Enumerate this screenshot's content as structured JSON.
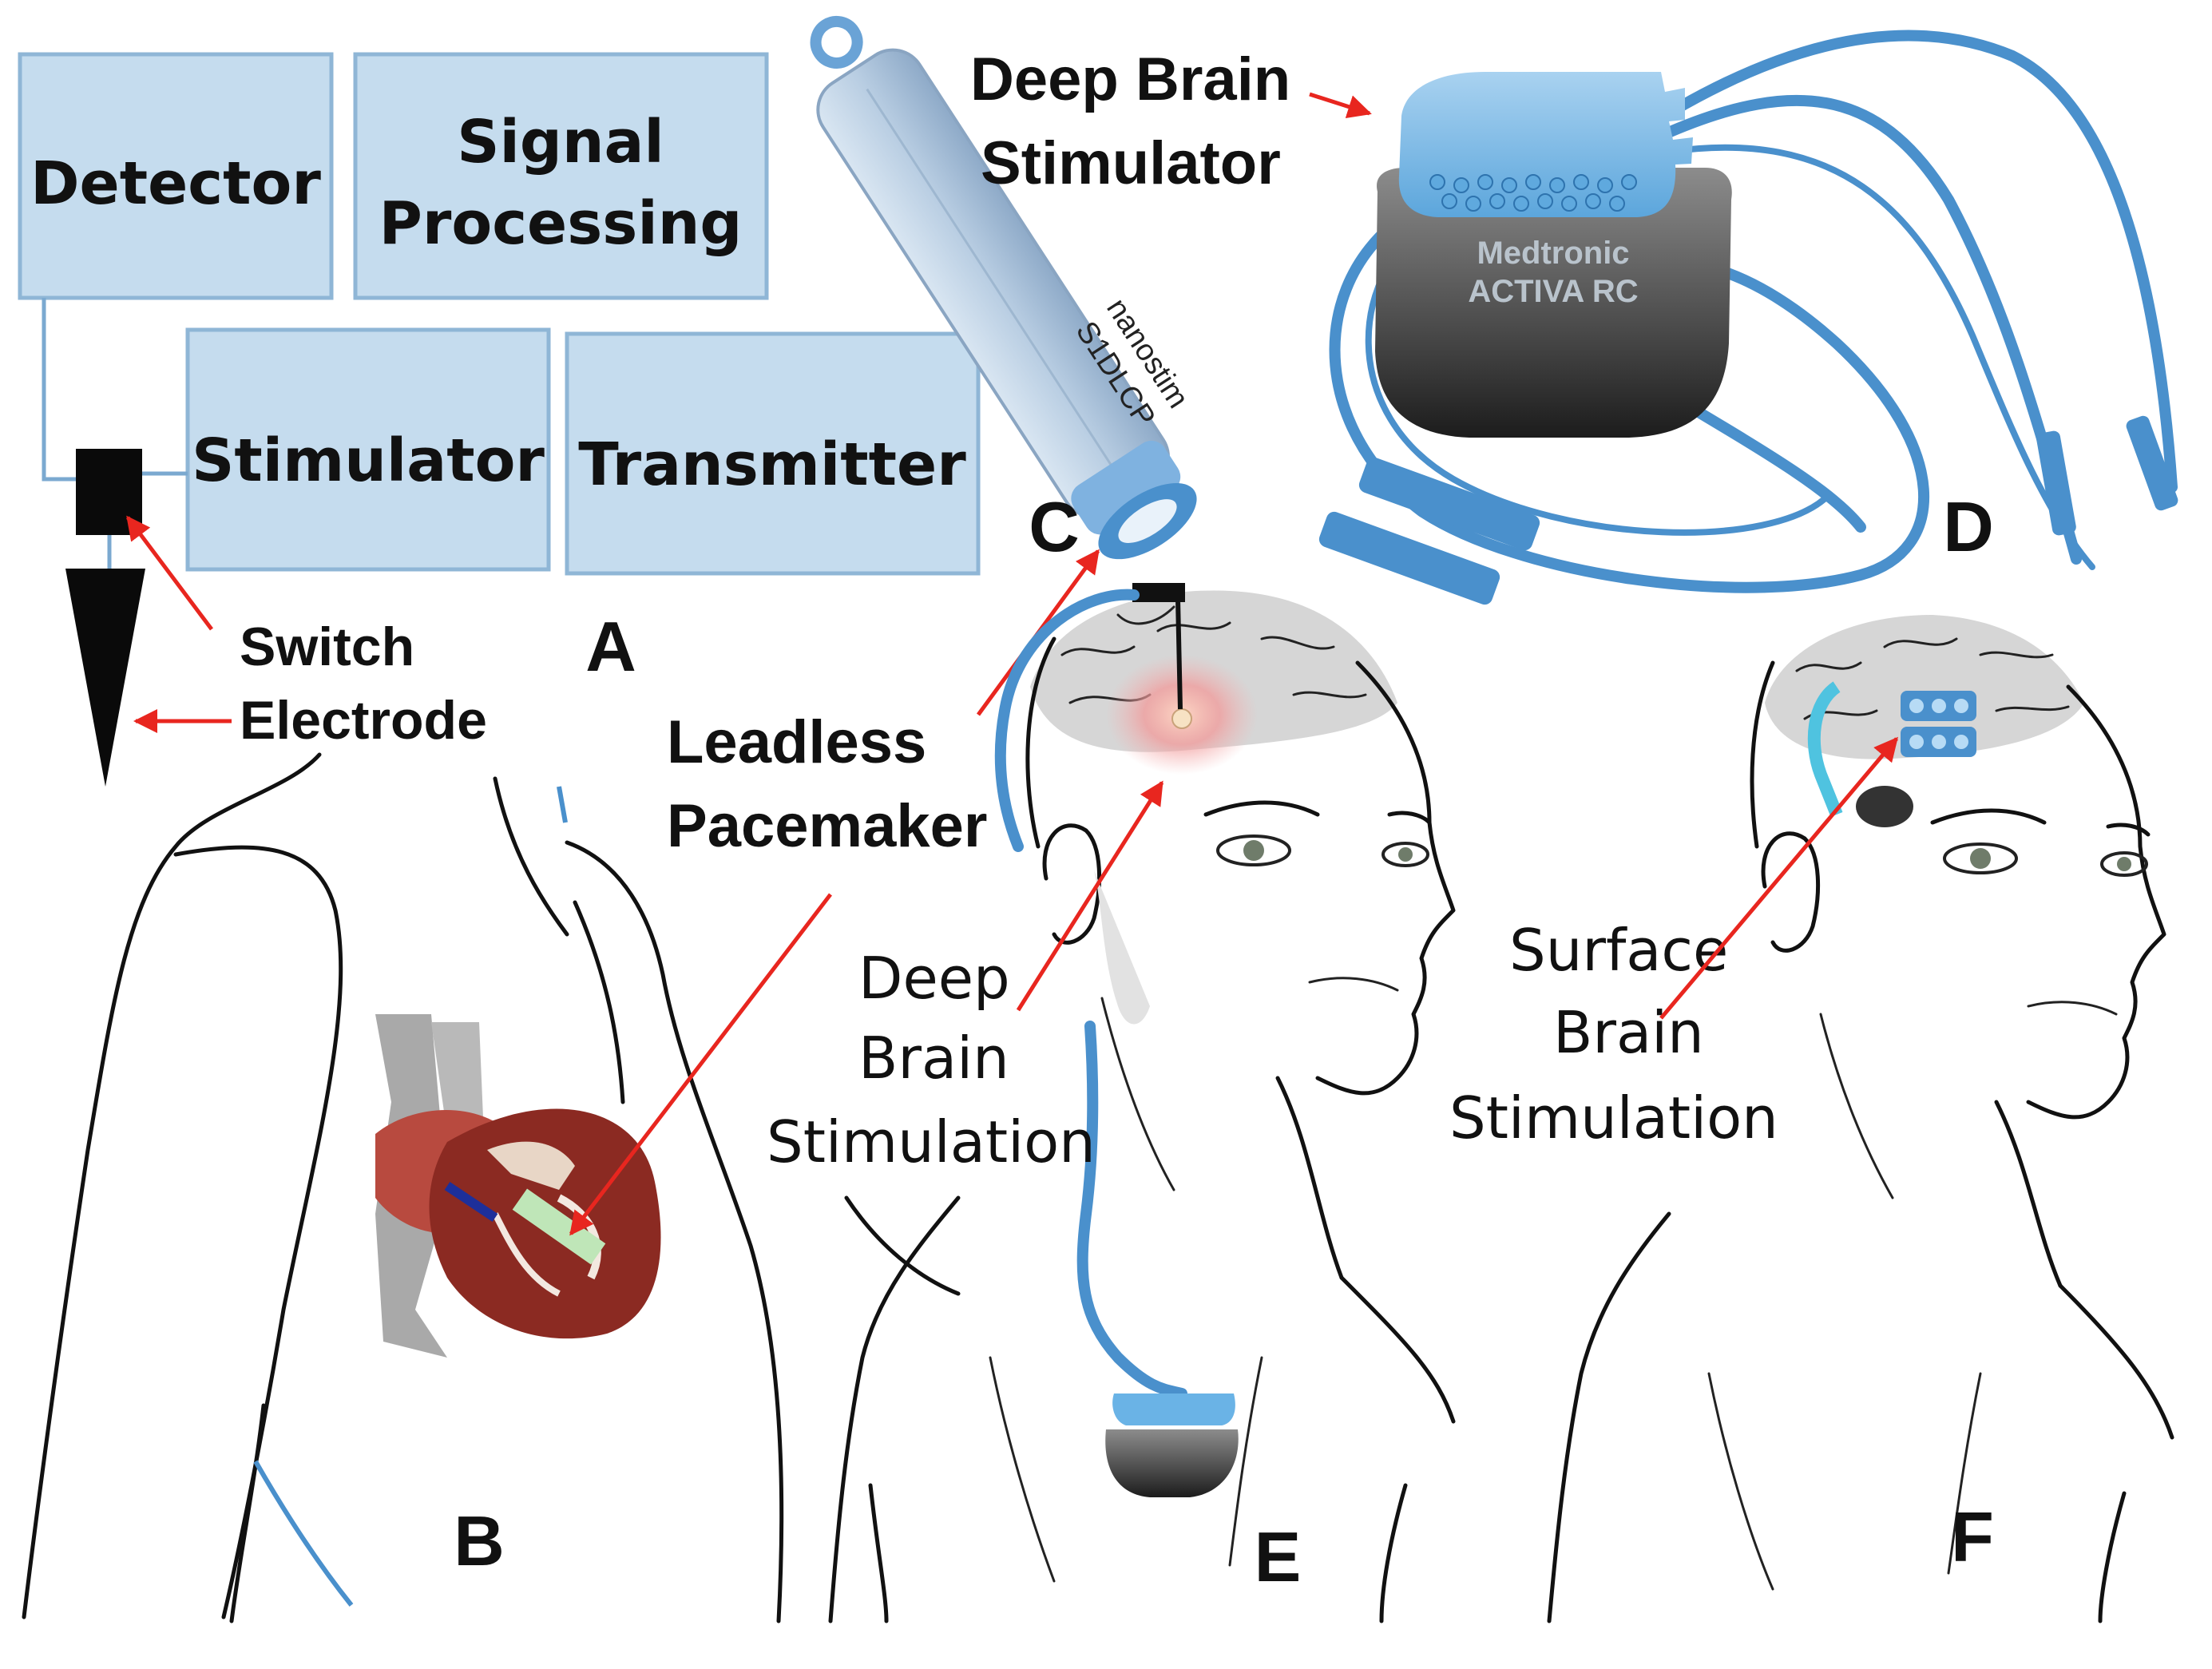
{
  "panels": {
    "a": {
      "letter": "A",
      "boxes": {
        "detector": "Detector",
        "signal_line1": "Signal",
        "signal_line2": "Processing",
        "stimulator": "Stimulator",
        "transmitter": "Transmitter"
      },
      "switch_label": "Switch",
      "electrode_label": "Electrode"
    },
    "b": {
      "letter": "B"
    },
    "c": {
      "letter": "C",
      "device_line1": "nanostim",
      "device_line2": "S1DLCP",
      "callout_line1": "Leadless",
      "callout_line2": "Pacemaker"
    },
    "d": {
      "letter": "D",
      "callout_line1": "Deep Brain",
      "callout_line2": "Stimulator",
      "device_line1": "Medtronic",
      "device_line2": "ACTIVA RC"
    },
    "e": {
      "letter": "E",
      "callout_line1": "Deep",
      "callout_line2": "Brain",
      "callout_line3": "Stimulation"
    },
    "f": {
      "letter": "F",
      "callout_line1": "Surface",
      "callout_line2": "Brain",
      "callout_line3": "Stimulation"
    }
  },
  "colors": {
    "box_fill": "#c5dcee",
    "lead_blue": "#4a90cc",
    "arrow_red": "#e8261f",
    "heart_red": "#8b2a22"
  }
}
